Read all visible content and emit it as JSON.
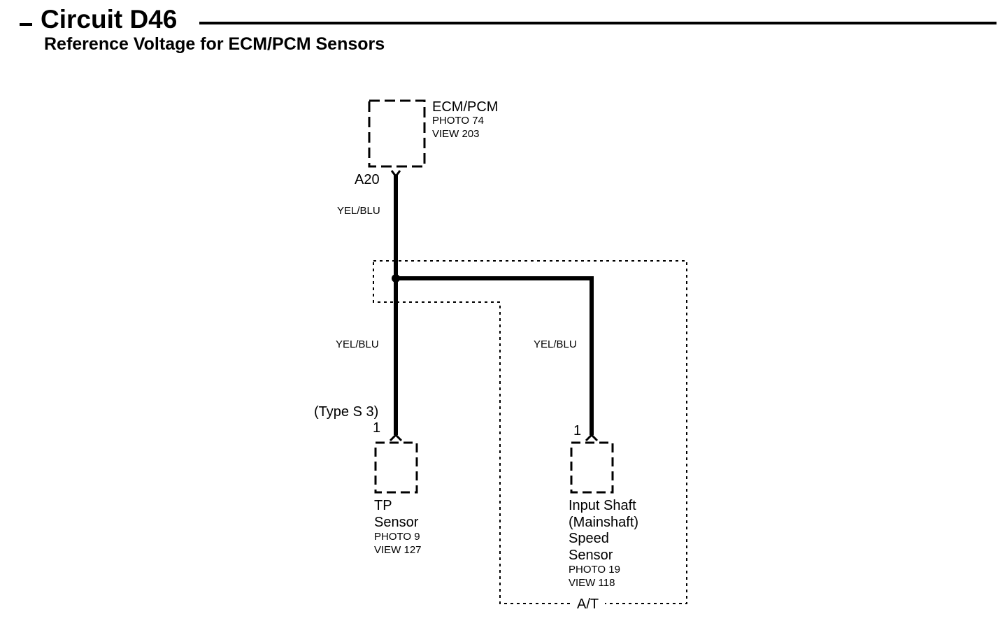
{
  "header": {
    "title": "Circuit D46",
    "subtitle": "Reference Voltage for ECM/PCM Sensors"
  },
  "ecm": {
    "name": "ECM/PCM",
    "photo": "PHOTO 74",
    "view": "VIEW 203",
    "pin": "A20"
  },
  "wires": {
    "main": "YEL/BLU",
    "tp_branch": "YEL/BLU",
    "shaft_branch": "YEL/BLU"
  },
  "tp_sensor": {
    "variant": "(Type S 3)",
    "pin": "1",
    "name_line1": "TP",
    "name_line2": "Sensor",
    "photo": "PHOTO 9",
    "view": "VIEW 127"
  },
  "shaft_sensor": {
    "pin": "1",
    "name_line1": "Input Shaft",
    "name_line2": "(Mainshaft)",
    "name_line3": "Speed",
    "name_line4": "Sensor",
    "photo": "PHOTO 19",
    "view": "VIEW 118"
  },
  "region": {
    "label": "A/T"
  }
}
